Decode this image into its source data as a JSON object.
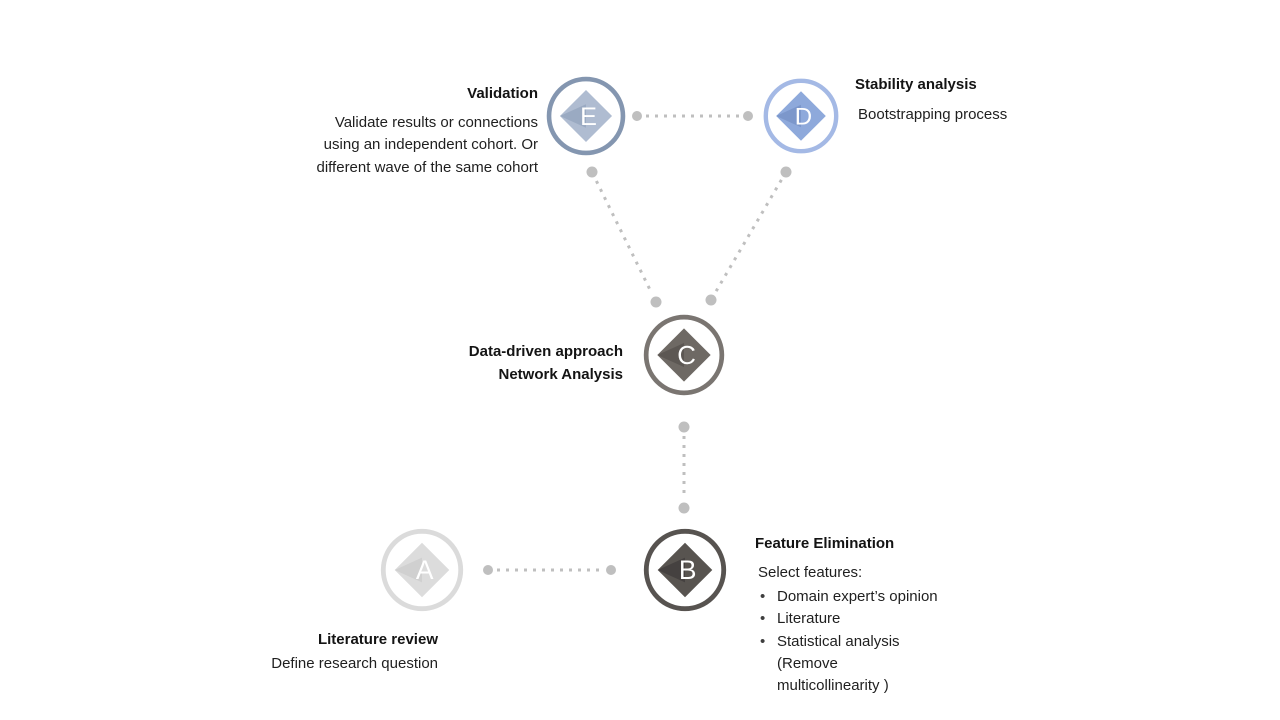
{
  "diagram": {
    "type": "process-flow",
    "connector_color": "#BFBFBF",
    "text_color": "#1f1f1f"
  },
  "nodes": [
    {
      "id": "A",
      "letter": "A",
      "colors": {
        "ring": "#DBDBDB",
        "diamond": "#DCDCDC",
        "fold": "#D0D0D0",
        "letter": "#FFFFFF"
      }
    },
    {
      "id": "B",
      "letter": "B",
      "colors": {
        "ring": "#575350",
        "diamond": "#585450",
        "fold": "#454140",
        "letter": "#FFFFFF"
      }
    },
    {
      "id": "C",
      "letter": "C",
      "colors": {
        "ring": "#7A7571",
        "diamond": "#6E6964",
        "fold": "#5C5753",
        "letter": "#FFFFFF"
      }
    },
    {
      "id": "D",
      "letter": "D",
      "colors": {
        "ring": "#A4B9E5",
        "diamond": "#8EA9DB",
        "fold": "#7C97CB",
        "letter": "#FFFFFF"
      }
    },
    {
      "id": "E",
      "letter": "E",
      "colors": {
        "ring": "#8496B0",
        "diamond": "#AFBCD1",
        "fold": "#9AAAC2",
        "letter": "#FFFFFF"
      }
    }
  ],
  "labels": {
    "validation": {
      "title": "Validation",
      "description": "Validate results or connections\nusing an independent cohort. Or\ndifferent wave of the same cohort"
    },
    "stability": {
      "title": "Stability analysis",
      "description": "Bootstrapping process"
    },
    "data_driven": {
      "title": "Data-driven approach\nNetwork Analysis"
    },
    "feature": {
      "title": "Feature Elimination",
      "intro": "Select features:",
      "bullets": [
        "Domain expert’s opinion",
        "Literature",
        "Statistical analysis\n(Remove\nmulticollinearity )"
      ]
    },
    "literature": {
      "title": "Literature review",
      "description": "Define research question"
    }
  }
}
